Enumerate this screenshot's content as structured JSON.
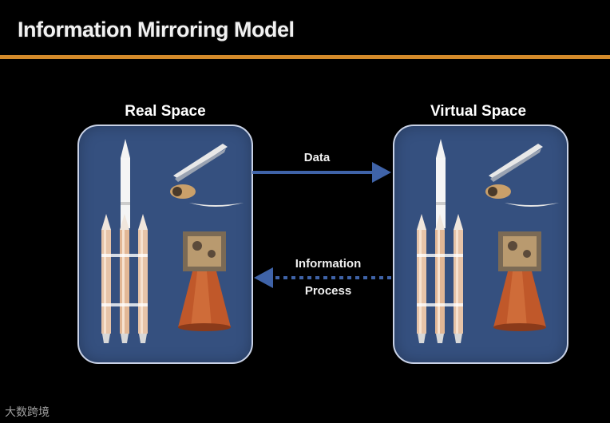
{
  "slide": {
    "title": "Information Mirroring Model"
  },
  "left_panel": {
    "label": "Real Space"
  },
  "right_panel": {
    "label": "Virtual Space"
  },
  "forward_arrow": {
    "label": "Data"
  },
  "backward_arrow": {
    "label_line1": "Information",
    "label_line2": "Process"
  },
  "watermark": {
    "text": "大数跨境"
  },
  "colors": {
    "background": "#000000",
    "accent_rule": "#d38a2a",
    "panel_fill": "#35507f",
    "panel_border": "#c9d2e6",
    "arrow": "#3f63a8"
  }
}
